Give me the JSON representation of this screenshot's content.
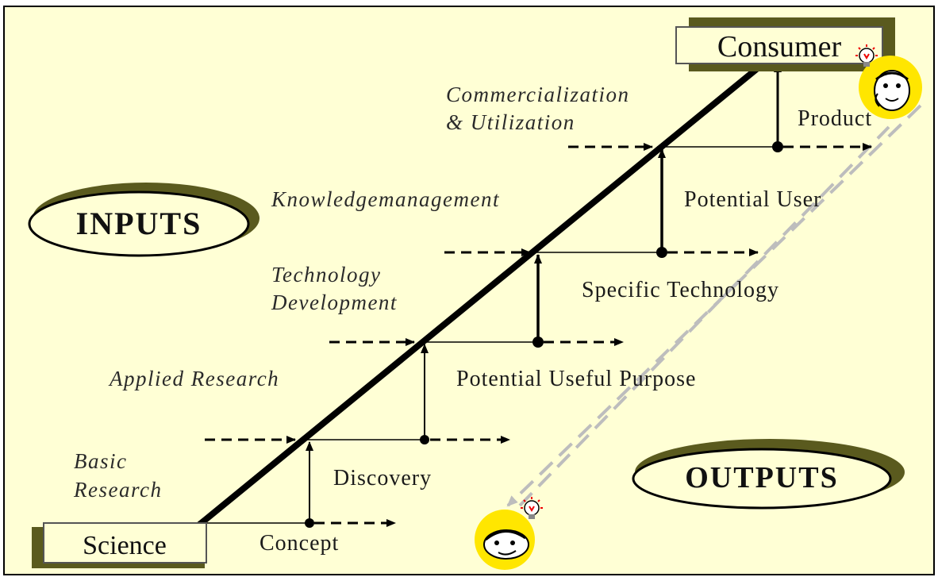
{
  "nodes": {
    "consumer": "Consumer",
    "science": "Science"
  },
  "ovals": {
    "inputs": "INPUTS",
    "outputs": "OUTPUTS"
  },
  "inputs": {
    "commercialization_line1": "Commercialization",
    "commercialization_line2": "& Utilization",
    "knowledge_management": "Knowledgemanagement",
    "technology_line1": "Technology",
    "technology_line2": "Development",
    "applied_research": "Applied Research",
    "basic_line1": "Basic",
    "basic_line2": "Research"
  },
  "outputs": {
    "product": "Product",
    "potential_user": "Potential User",
    "specific_technology": "Specific Technology",
    "potential_useful_purpose": "Potential Useful Purpose",
    "discovery": "Discovery",
    "concept": "Concept"
  },
  "icons": [
    "lightbulb-person-icon-top",
    "lightbulb-person-icon-bottom"
  ],
  "colors": {
    "background": "#FFFFD5",
    "box_shadow": "#5A5A1E",
    "dashed_return": "#BDBDBD",
    "bulb": "#FFE600"
  }
}
